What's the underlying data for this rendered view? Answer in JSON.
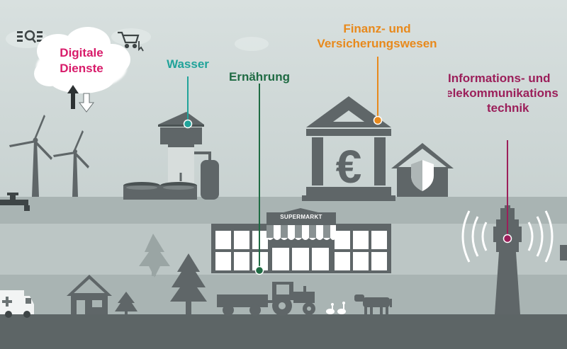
{
  "labels": {
    "digitale_dienste": [
      "Digitale",
      "Dienste"
    ],
    "wasser": "Wasser",
    "ernaehrung": "Ernährung",
    "finanz": [
      "Finanz- und",
      "Versicherungswesen"
    ],
    "ikt": [
      "Informations- und",
      "Telekommunikations",
      "technik"
    ]
  },
  "signs": {
    "supermarkt": "SUPERMARKT"
  },
  "icons": {
    "bank_symbol": "euro-icon",
    "search_dashboard": "search-dashboard-icon",
    "cart": "shopping-cart-click-icon",
    "shield": "shield-icon",
    "data_arrows": "up-down-arrows-icon"
  },
  "colors": {
    "digitale_dienste": "#d81b6a",
    "wasser": "#21a39a",
    "ernaehrung": "#1f6b43",
    "finanz": "#e8891c",
    "ikt": "#9b1f5a",
    "silhouette": "#5f6668",
    "sky": "#cfd8d7"
  }
}
